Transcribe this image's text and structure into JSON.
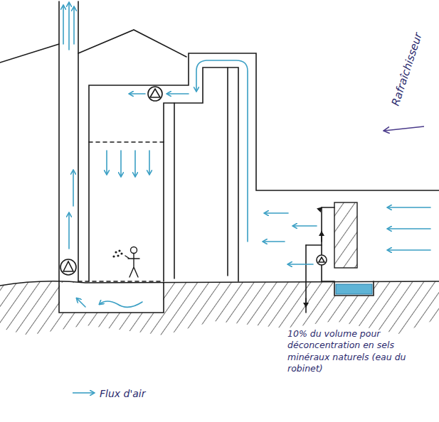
{
  "diagram": {
    "labels": [
      "Rafraîchisseur",
      "10% du volume pour déconcentration en sels minéraux naturels (eau du robinet)"
    ],
    "legend": [
      {
        "text": "Flux d'air"
      }
    ]
  }
}
